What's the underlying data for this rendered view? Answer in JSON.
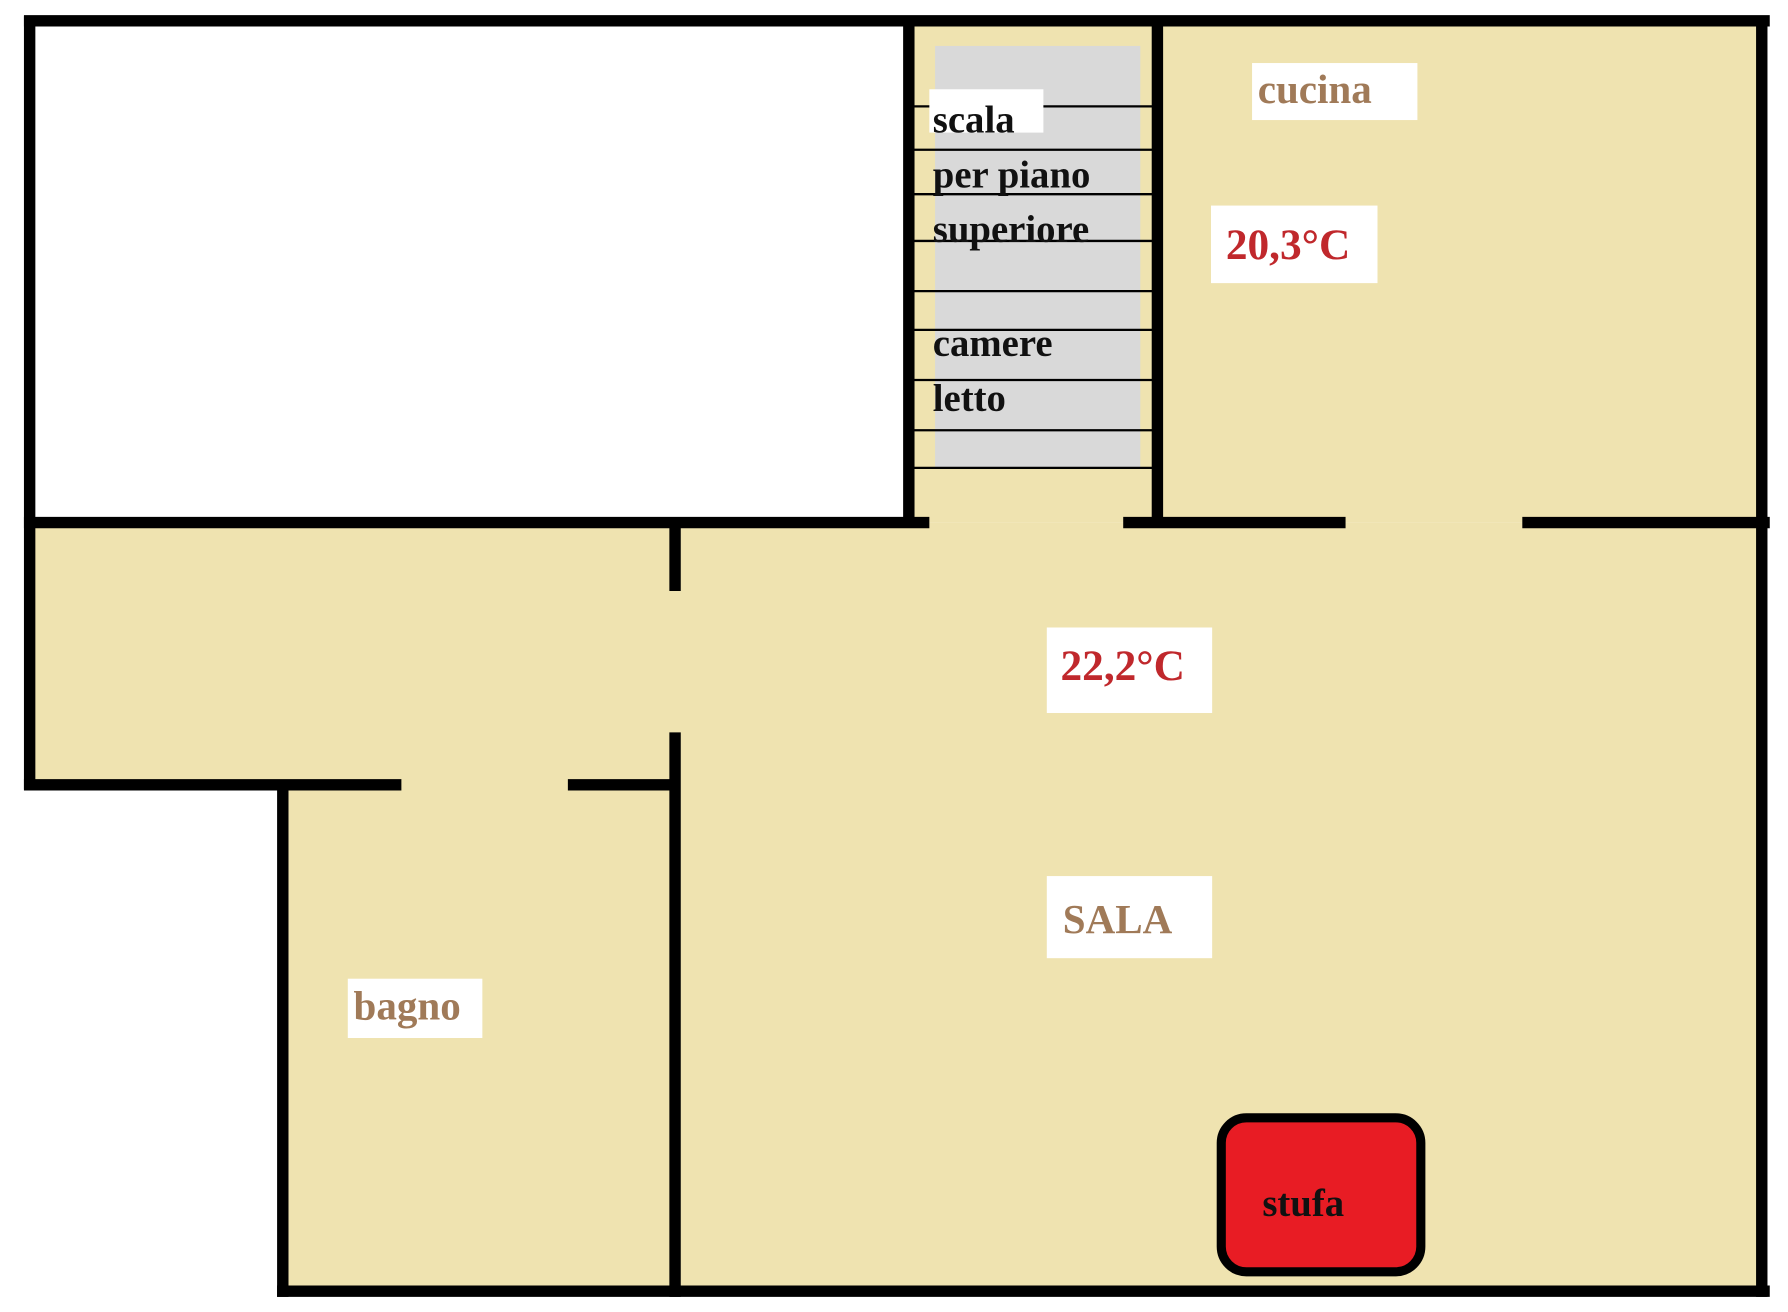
{
  "plan": {
    "stairs": {
      "lines": [
        "scala",
        "per piano",
        "superiore",
        "camere",
        "letto"
      ]
    },
    "rooms": {
      "kitchen": {
        "label": "cucina",
        "temperature": "20,3°C"
      },
      "living": {
        "label": "SALA",
        "temperature": "22,2°C"
      },
      "bathroom": {
        "label": "bagno"
      }
    },
    "stove": {
      "label": "stufa"
    }
  },
  "colors": {
    "floor": "#efe3b0",
    "temperature": "#c0282c",
    "label": "#a07a58",
    "stove": "#e81c24"
  }
}
